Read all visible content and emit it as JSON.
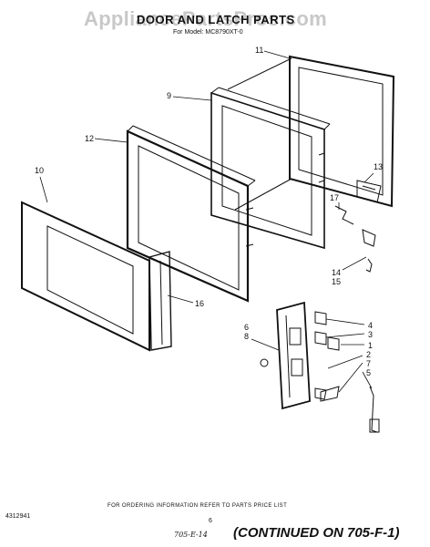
{
  "header": {
    "watermark": "AppliancePartsPros.com",
    "title": "DOOR AND LATCH PARTS",
    "model": "For Model: MC8790XT-0"
  },
  "footer": {
    "ordering_note": "FOR ORDERING INFORMATION REFER TO PARTS PRICE LIST",
    "document_number": "4312941",
    "page_number": "6",
    "handwritten_ref": "705-E-14",
    "continued": "(CONTINUED ON 705-F-1)"
  },
  "callouts": [
    "11",
    "9",
    "12",
    "13",
    "10",
    "17",
    "14",
    "15",
    "16",
    "6",
    "8",
    "4",
    "3",
    "1",
    "2",
    "7",
    "5"
  ]
}
